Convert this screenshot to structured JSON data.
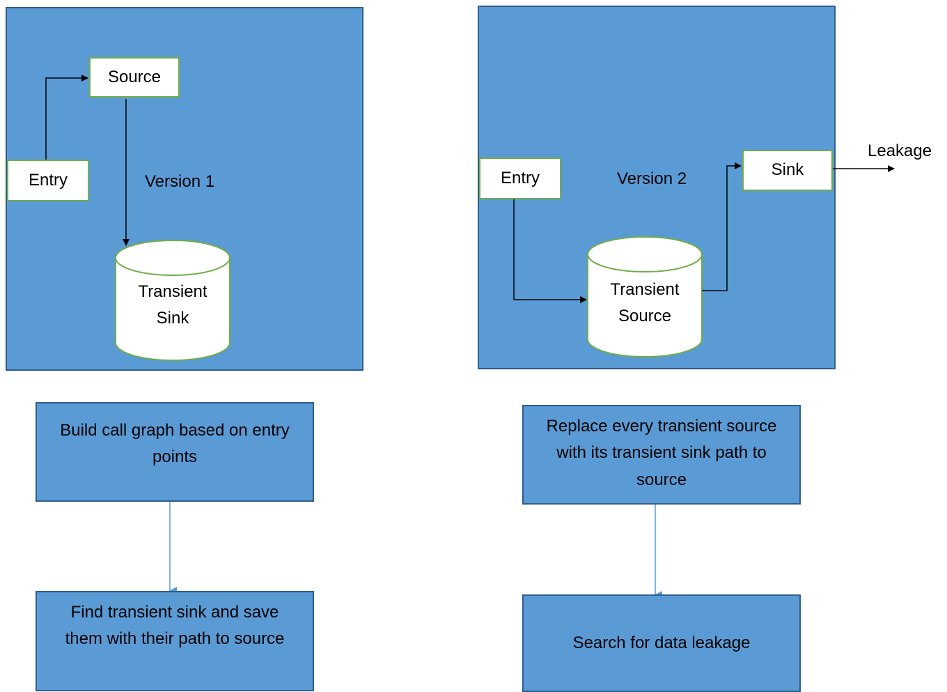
{
  "version1": {
    "label": "Version 1",
    "entry": "Entry",
    "source": "Source",
    "transient_sink_line1": "Transient",
    "transient_sink_line2": "Sink"
  },
  "version2": {
    "label": "Version 2",
    "entry": "Entry",
    "sink": "Sink",
    "leakage": "Leakage",
    "transient_source_line1": "Transient",
    "transient_source_line2": "Source"
  },
  "steps_left": {
    "build": "Build call graph based on entry points",
    "find": "Find transient sink and save them with their path to source"
  },
  "steps_right": {
    "replace": "Replace every transient source with its transient sink path to source",
    "search": "Search for data leakage"
  },
  "colors": {
    "panel": "#5b9bd5",
    "panel_border": "#2e5d8e",
    "node_border": "#70ad47",
    "flow_arrow": "#5b9bd5"
  }
}
